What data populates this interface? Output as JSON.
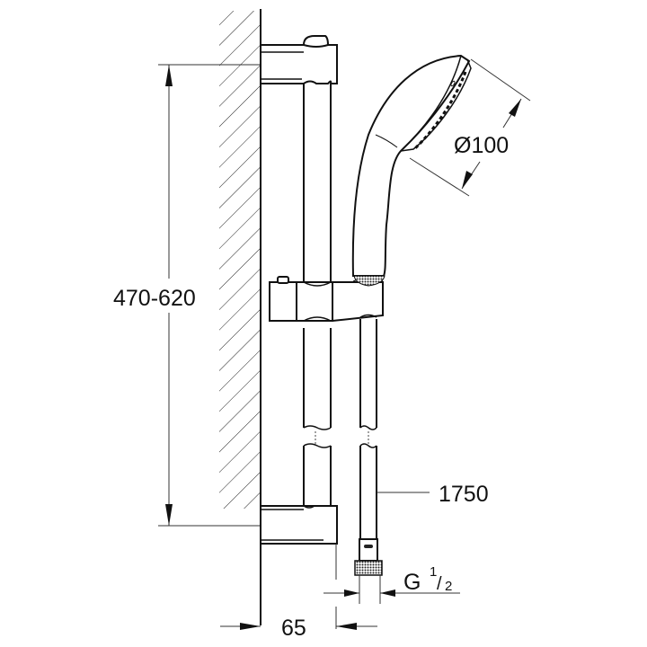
{
  "drawing": {
    "subject": "shower rail set technical drawing",
    "line_color": "#111111",
    "background": "#ffffff"
  },
  "dimensions": {
    "rail_height": "470-620",
    "head_diameter": "Ø100",
    "hose_length": "1750",
    "wall_offset": "65",
    "thread_main": "G",
    "thread_num": "1",
    "thread_den": "2"
  }
}
